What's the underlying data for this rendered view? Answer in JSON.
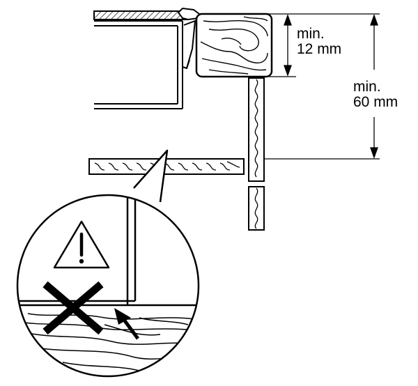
{
  "dimensions": {
    "min_12": {
      "line1": "min.",
      "line2": "12 mm"
    },
    "min_60": {
      "line1": "min.",
      "line2": "60 mm"
    }
  },
  "colors": {
    "ink": "#000000",
    "paper": "#ffffff"
  },
  "icons": [
    "warning-triangle-icon",
    "cross-icon",
    "arrow-icon"
  ]
}
